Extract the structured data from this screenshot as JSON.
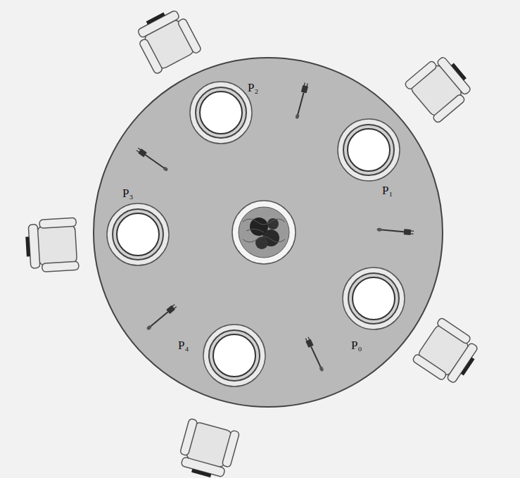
{
  "diagram": {
    "labels": [
      "P₂",
      "P₁",
      "P₃",
      "P₀",
      "P₄"
    ]
  }
}
